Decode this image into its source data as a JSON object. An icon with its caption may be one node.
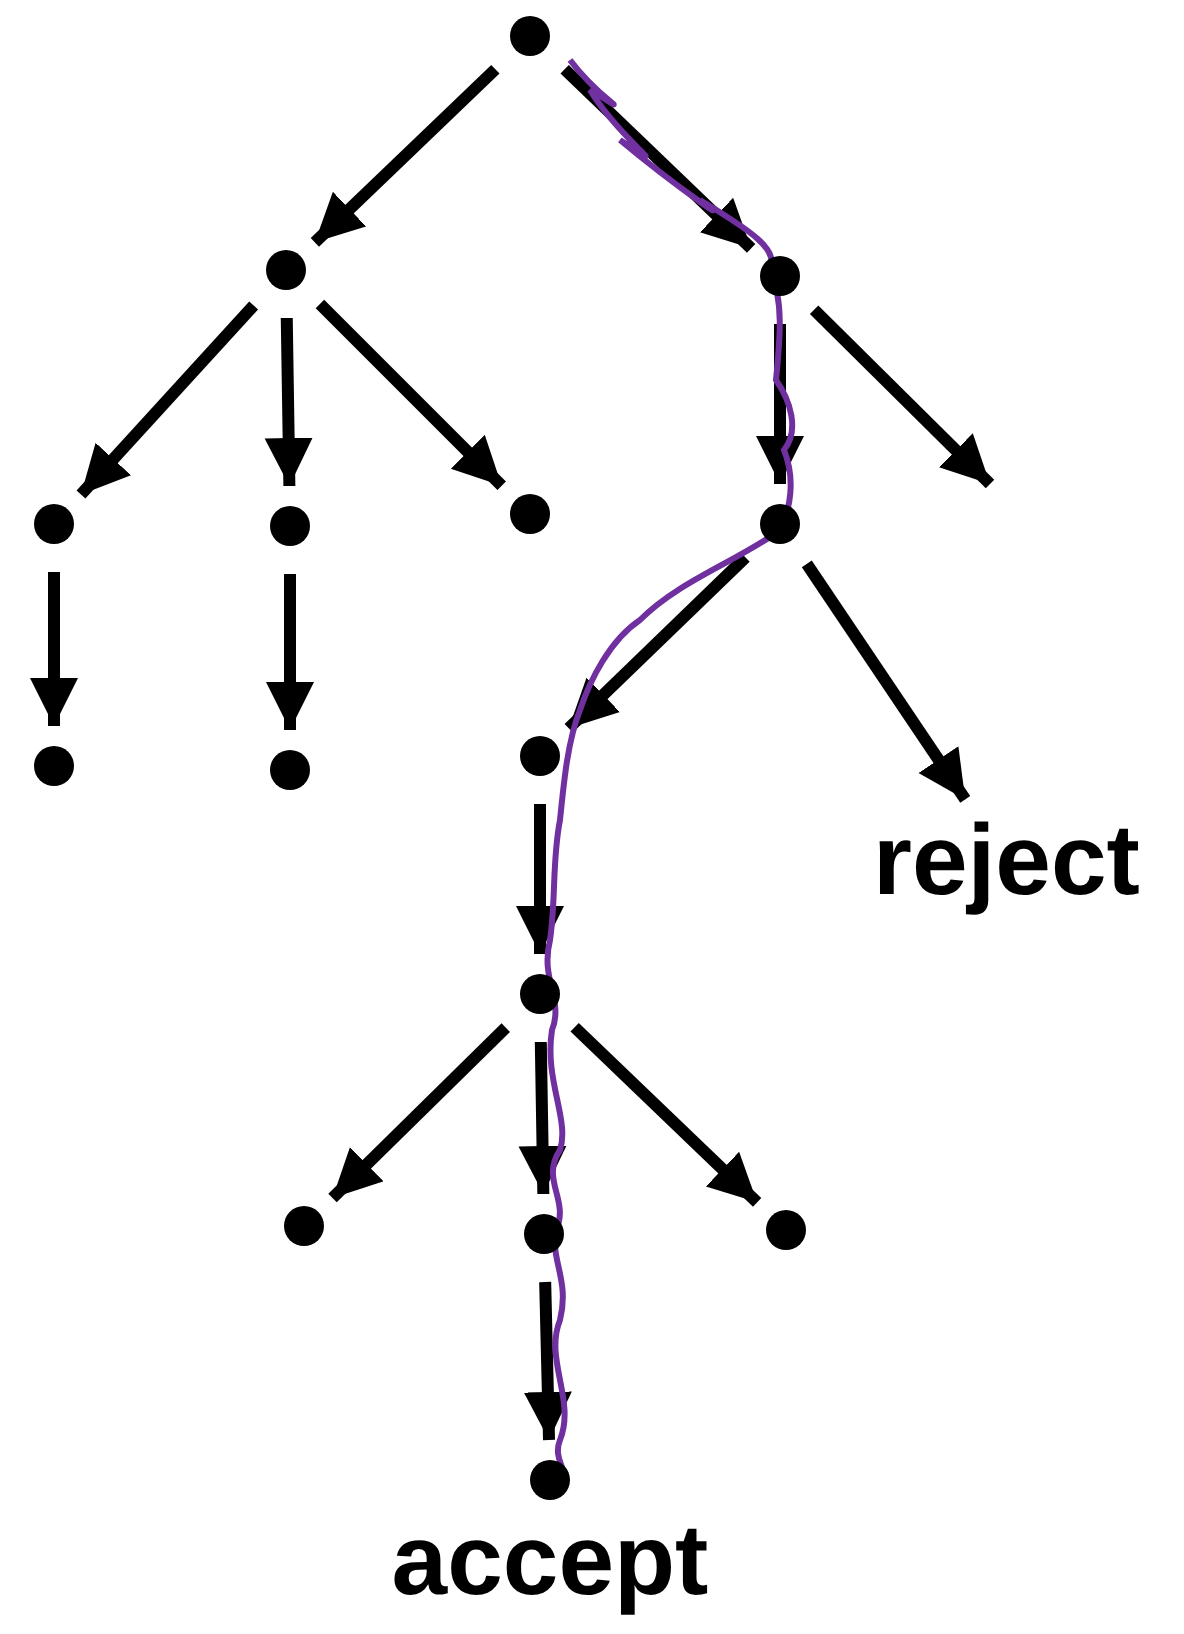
{
  "diagram": {
    "nodes": [
      {
        "text": [],
        "shape": "circle"
      },
      {
        "text": [],
        "shape": "circle"
      },
      {
        "text": [],
        "shape": "circle"
      },
      {
        "text": [],
        "shape": "circle"
      },
      {
        "text": [],
        "shape": "circle"
      },
      {
        "text": [],
        "shape": "circle"
      },
      {
        "text": [],
        "shape": "circle"
      },
      {
        "text": [],
        "shape": "circle"
      },
      {
        "text": [],
        "shape": "circle"
      },
      {
        "text": [],
        "shape": "circle"
      },
      {
        "text": [],
        "shape": "circle"
      },
      {
        "text": [],
        "shape": "circle"
      },
      {
        "text": [],
        "shape": "circle"
      },
      {
        "text": [],
        "shape": "circle"
      },
      {
        "text": [],
        "shape": "circle",
        "beside": [
          "accept"
        ]
      },
      {
        "text": [
          "reject"
        ]
      }
    ],
    "edges": [
      {
        "from": 0,
        "to": 1,
        "arrow": "to"
      },
      {
        "from": 0,
        "to": 2,
        "arrow": "to"
      },
      {
        "from": 1,
        "to": 3,
        "arrow": "to"
      },
      {
        "from": 1,
        "to": 4,
        "arrow": "to"
      },
      {
        "from": 1,
        "to": 5,
        "arrow": "to"
      },
      {
        "from": 3,
        "to": 7,
        "arrow": "to"
      },
      {
        "from": 4,
        "to": 8,
        "arrow": "to"
      },
      {
        "from": 2,
        "to": 6,
        "arrow": "to"
      },
      {
        "from": 2,
        "to": null,
        "arrow": "to"
      },
      {
        "from": 6,
        "to": 9,
        "arrow": "to"
      },
      {
        "from": 6,
        "to": 15,
        "arrow": "to"
      },
      {
        "from": 9,
        "to": 10,
        "arrow": "to"
      },
      {
        "from": 10,
        "to": 11,
        "arrow": "to"
      },
      {
        "from": 10,
        "to": 12,
        "arrow": "to"
      },
      {
        "from": 10,
        "to": 13,
        "arrow": "to"
      },
      {
        "from": 12,
        "to": 14,
        "arrow": "to"
      }
    ]
  }
}
